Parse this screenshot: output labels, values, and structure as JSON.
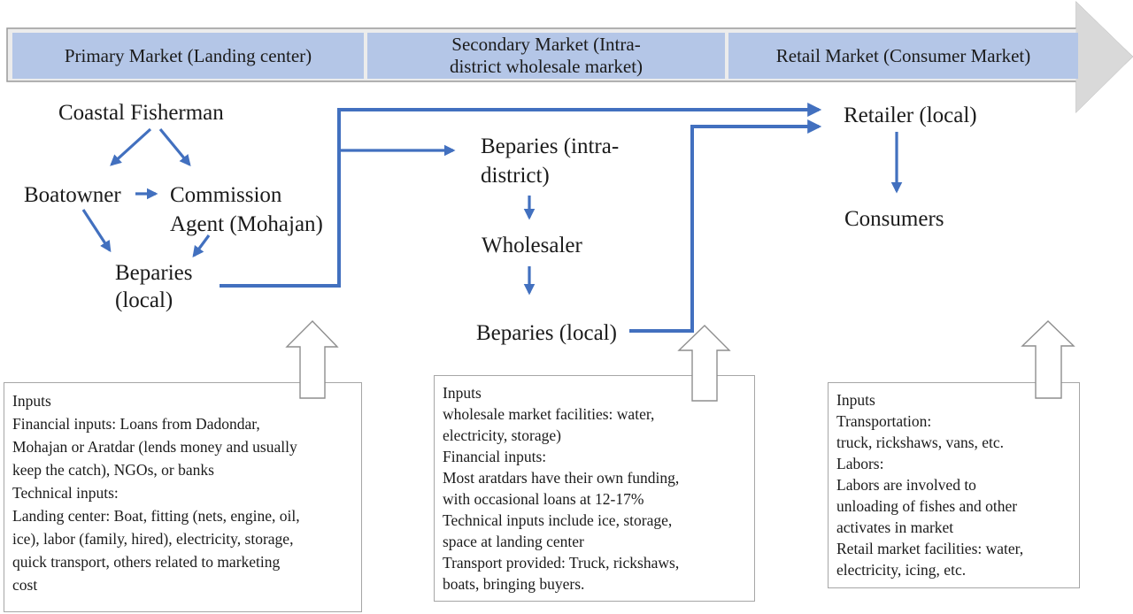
{
  "header": {
    "bands": [
      {
        "id": "primary",
        "lines": [
          "Primary Market (Landing center)"
        ]
      },
      {
        "id": "secondary",
        "lines": [
          "Secondary Market (Intra-",
          "district wholesale market)"
        ]
      },
      {
        "id": "retail",
        "lines": [
          "Retail Market (Consumer Market)"
        ]
      }
    ]
  },
  "nodes": {
    "coastal_fisherman": {
      "lines": [
        "Coastal Fisherman"
      ]
    },
    "boatowner": {
      "lines": [
        "Boatowner"
      ]
    },
    "commission_agent": {
      "lines": [
        "Commission",
        "Agent (Mohajan)"
      ]
    },
    "beparies_local_primary": {
      "lines": [
        "Beparies",
        "(local)"
      ]
    },
    "beparies_intra_district": {
      "lines": [
        "Beparies (intra-",
        "district)"
      ]
    },
    "wholesaler": {
      "lines": [
        "Wholesaler"
      ]
    },
    "beparies_local_secondary": {
      "lines": [
        "Beparies (local)"
      ]
    },
    "retailer_local": {
      "lines": [
        "Retailer (local)"
      ]
    },
    "consumers": {
      "lines": [
        "Consumers"
      ]
    }
  },
  "input_boxes": [
    {
      "id": "primary-inputs",
      "lines": [
        "Inputs",
        "Financial inputs: Loans from Dadondar,",
        "Mohajan or Aratdar (lends money and usually",
        "keep the catch), NGOs, or banks",
        "Technical inputs:",
        "Landing center: Boat, fitting (nets, engine, oil,",
        "ice), labor (family, hired), electricity, storage,",
        "quick transport, others related to marketing",
        "cost"
      ]
    },
    {
      "id": "secondary-inputs",
      "lines": [
        "Inputs",
        "wholesale market facilities: water,",
        "electricity, storage)",
        "Financial inputs:",
        "Most aratdars have their own funding,",
        "with occasional loans at 12-17%",
        "Technical inputs include ice, storage,",
        "space at landing center",
        "Transport provided: Truck, rickshaws,",
        "boats, bringing buyers."
      ]
    },
    {
      "id": "retail-inputs",
      "lines": [
        "Inputs",
        "Transportation:",
        "truck, rickshaws, vans, etc.",
        "Labors:",
        "Labors are involved to",
        "unloading of fishes and other",
        "activates in market",
        "Retail market facilities: water,",
        "electricity, icing, etc."
      ]
    }
  ],
  "icons": {
    "background_arrow": "right-block-arrow",
    "up_arrows": "hollow-up-block-arrow"
  },
  "colors": {
    "band_fill": "#b4c6e7",
    "flow_line": "#4270bf",
    "gray_arrow_fill": "#ececec",
    "gray_arrow_head_fill": "#d9d9d9",
    "gray_arrow_stroke": "#9a9a9a",
    "hollow_arrow_stroke": "#8e8e8e",
    "box_border": "#a6a6a6",
    "text": "#1b1b1b"
  }
}
